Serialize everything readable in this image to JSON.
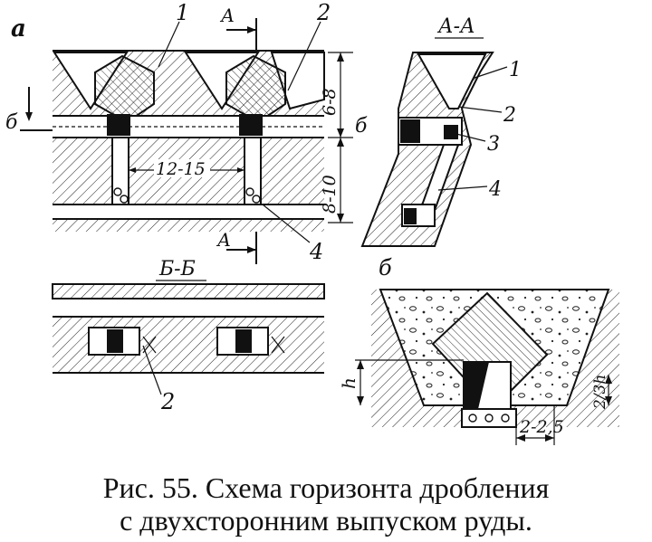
{
  "figure": {
    "caption_line1": "Рис.  55.  Схема  горизонта  дробления",
    "caption_line2": "с двухсторонним выпуском руды."
  },
  "panel_a": {
    "letter": "а",
    "section_mark_top": "А",
    "section_mark_bottom": "А",
    "left_section_mark": "б",
    "right_section_mark": "б",
    "callout_1": "1",
    "callout_2": "2",
    "callout_4": "4",
    "dim_spacing": "12-15",
    "dim_upper": "6-8",
    "dim_lower": "8-10"
  },
  "panel_AA": {
    "title": "А-А",
    "callout_1": "1",
    "callout_2": "2",
    "callout_3": "3",
    "callout_4": "4"
  },
  "panel_BB": {
    "title": "Б-Б",
    "callout_2": "2"
  },
  "panel_b": {
    "letter": "б",
    "dim_h": "h",
    "dim_width": "2-2,5",
    "dim_ratio": "2/3h"
  }
}
